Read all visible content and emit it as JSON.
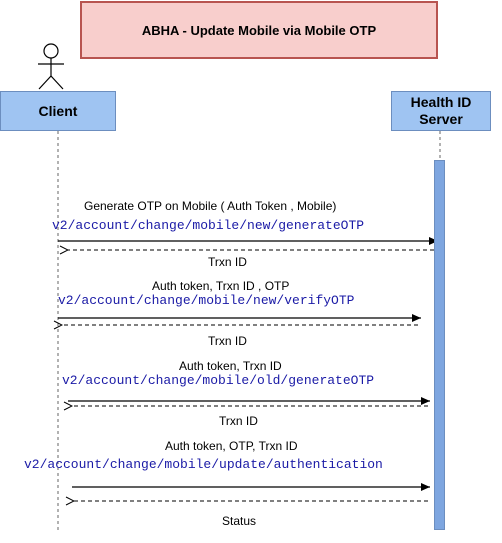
{
  "title": "ABHA - Update Mobile via Mobile OTP",
  "participants": {
    "client": "Client",
    "server_line1": "Health ID",
    "server_line2": "Server"
  },
  "messages": [
    {
      "request_label": "Generate OTP on  Mobile ( Auth Token , Mobile)",
      "api": "v2/account/change/mobile/new/generateOTP",
      "response": "Trxn ID"
    },
    {
      "request_label": "Auth token, Trxn ID , OTP",
      "api": "v2/account/change/mobile/new/verifyOTP",
      "response": "Trxn ID"
    },
    {
      "request_label": "Auth token, Trxn ID",
      "api": "v2/account/change/mobile/old/generateOTP",
      "response": "Trxn ID"
    },
    {
      "request_label": "Auth token, OTP, Trxn ID",
      "api": "v2/account/change/mobile/update/authentication",
      "response": "Status"
    }
  ]
}
